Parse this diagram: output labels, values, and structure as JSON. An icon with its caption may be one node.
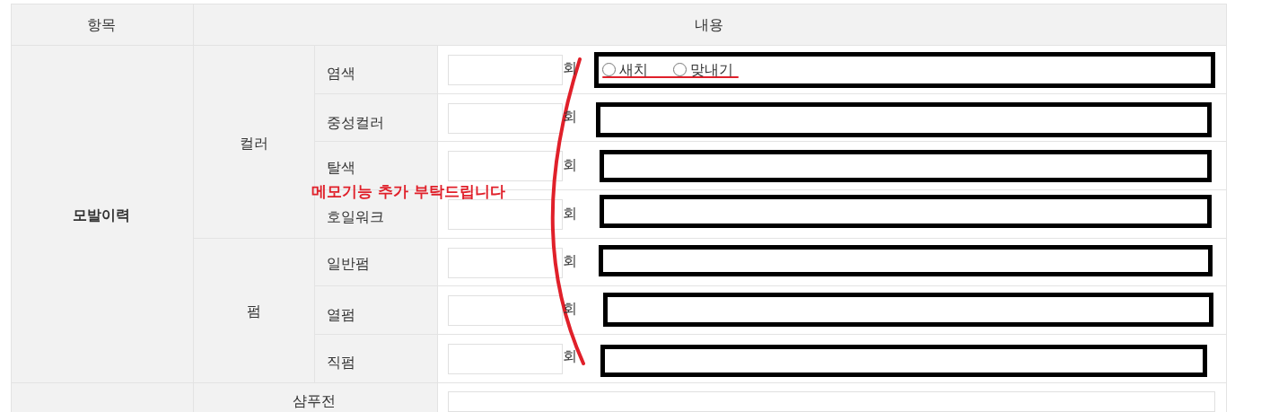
{
  "diagram": {
    "labels": [
      "항목",
      "내용",
      "모발이력",
      "컬러",
      "염색",
      "회",
      "새치",
      "맞내기",
      "중성컬러",
      "회",
      "탈색",
      "회",
      "메모기능 추가 부탁드립니다",
      "호일워크",
      "회",
      "펌",
      "일반펌",
      "회",
      "열펌",
      "회",
      "직펌",
      "회",
      "샴푸전"
    ]
  }
}
